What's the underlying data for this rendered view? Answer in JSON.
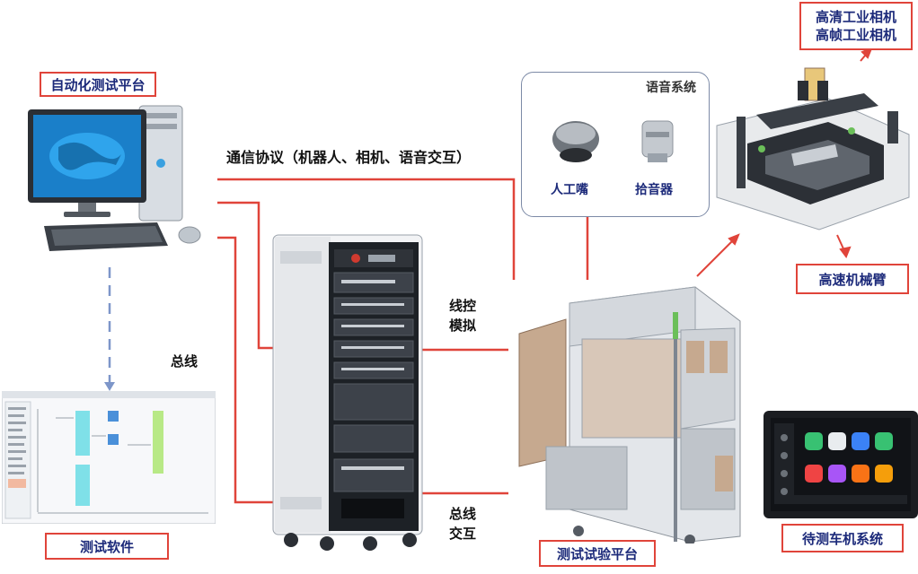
{
  "labels": {
    "automation_platform": "自动化测试平台",
    "test_software": "测试软件",
    "test_platform": "测试试验平台",
    "dut_system": "待测车机系统",
    "hd_camera": "高清工业相机",
    "hs_camera": "高帧工业相机",
    "high_speed_arm": "高速机械臂",
    "voice_system": "语音系统",
    "artificial_mouth": "人工嘴",
    "microphone": "拾音器",
    "comm_protocol": "通信协议（机器人、相机、语音交互）",
    "bus": "总线",
    "wire_control_line1": "线控",
    "wire_control_line2": "模拟",
    "bus_interaction_line1": "总线",
    "bus_interaction_line2": "交互"
  },
  "colors": {
    "line": "#e0443a",
    "label_text": "#1c2a7a",
    "dashed": "#7d96c9"
  },
  "icons": {
    "computer": "desktop-computer-icon",
    "rack": "server-rack-icon",
    "cabinet": "test-cabinet-icon",
    "robot": "robot-arm-icon",
    "screen": "infotainment-screen-icon"
  }
}
